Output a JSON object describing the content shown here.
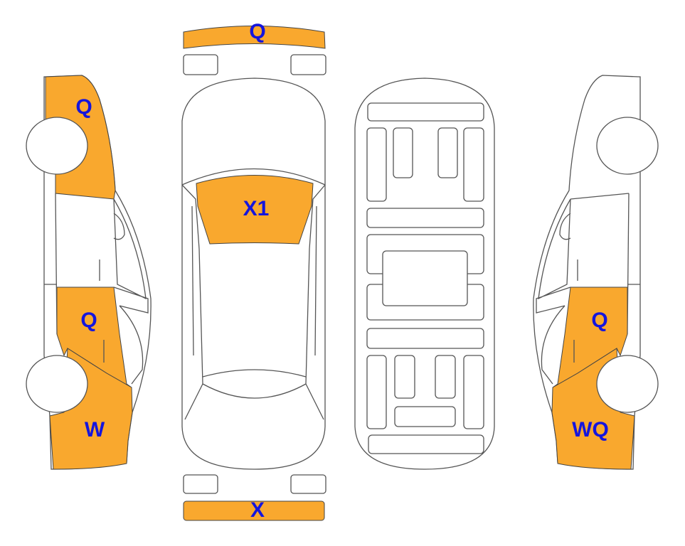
{
  "colors": {
    "damaged": "#F9A82E",
    "label": "#1515dd",
    "outline": "#555555"
  },
  "left_side": {
    "front_label": "Q",
    "door_label": "Q",
    "rear_label": "W"
  },
  "top_view": {
    "front_bumper_label": "Q",
    "windshield_label": "X1",
    "rear_bumper_label": "X"
  },
  "right_side": {
    "door_label": "Q",
    "rear_label": "WQ"
  }
}
